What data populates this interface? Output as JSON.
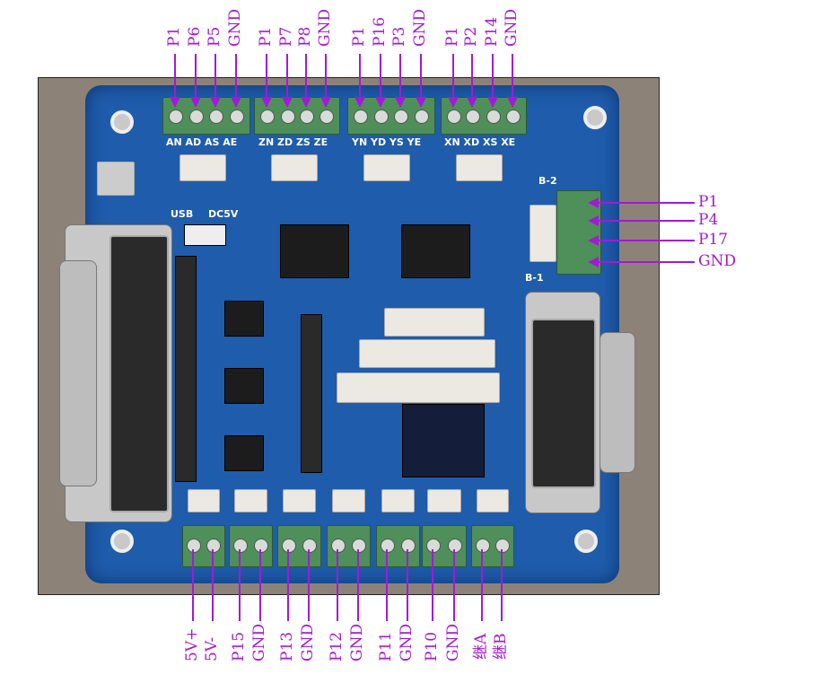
{
  "top_labels": [
    [
      "P1",
      "P6",
      "P5",
      "GND"
    ],
    [
      "P1",
      "P7",
      "P8",
      "GND"
    ],
    [
      "P1",
      "P16",
      "P3",
      "GND"
    ],
    [
      "P1",
      "P2",
      "P14",
      "GND"
    ]
  ],
  "right_labels": [
    "P1",
    "P4",
    "P17",
    "GND"
  ],
  "bottom_labels": [
    "5V+",
    "5V-",
    "P15",
    "GND",
    "P13",
    "GND",
    "P12",
    "GND",
    "P11",
    "GND",
    "P10",
    "GND",
    "继A",
    "继B"
  ],
  "silkscreen": {
    "a_axis": "AN AD AS AE",
    "z_axis": "ZN ZD ZS ZE",
    "y_axis": "YN YD YS YE",
    "x_axis": "XN XD XS XE",
    "b2": "B-2",
    "b1": "B-1",
    "usb": "USB",
    "dc5v": "DC5V"
  },
  "colors": {
    "annotation": "#a21ad6",
    "board": "#1f5cab",
    "terminal": "#4f8f5a"
  }
}
